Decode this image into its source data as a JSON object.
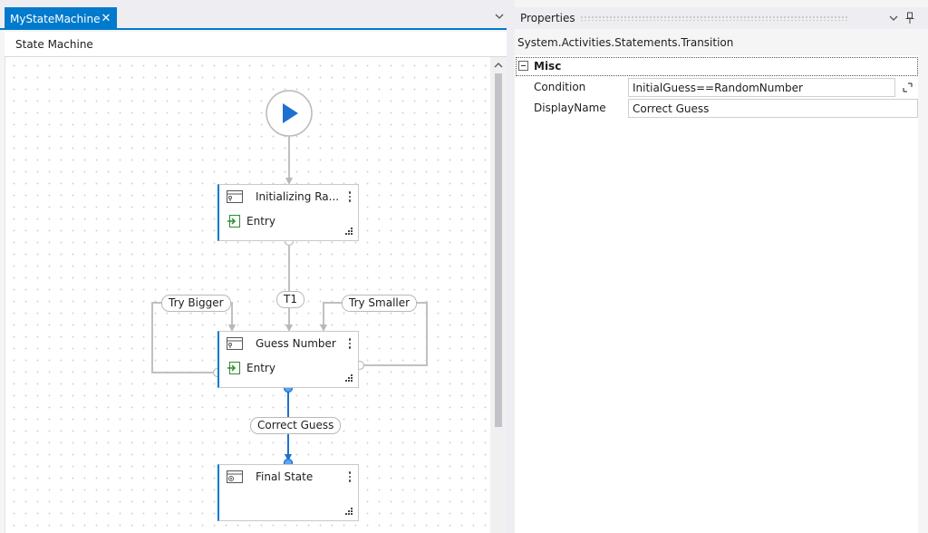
{
  "designer": {
    "tab_label": "MyStateMachine",
    "breadcrumb": "State Machine"
  },
  "diagram": {
    "states": [
      {
        "title": "Initializing Ra...",
        "entry_label": "Entry"
      },
      {
        "title": "Guess Number",
        "entry_label": "Entry"
      },
      {
        "title": "Final State"
      }
    ],
    "transitions": {
      "t1": "T1",
      "try_bigger": "Try Bigger",
      "try_smaller": "Try Smaller",
      "correct_guess": "Correct Guess"
    },
    "colors": {
      "accent": "#007acc",
      "connector": "#c0c0c0",
      "selected_connector": "#1f6fd1"
    }
  },
  "properties": {
    "title": "Properties",
    "object_type": "System.Activities.Statements.Transition",
    "category": "Misc",
    "rows": [
      {
        "name": "Condition",
        "value": "InitialGuess==RandomNumber"
      },
      {
        "name": "DisplayName",
        "value": "Correct Guess"
      }
    ]
  }
}
